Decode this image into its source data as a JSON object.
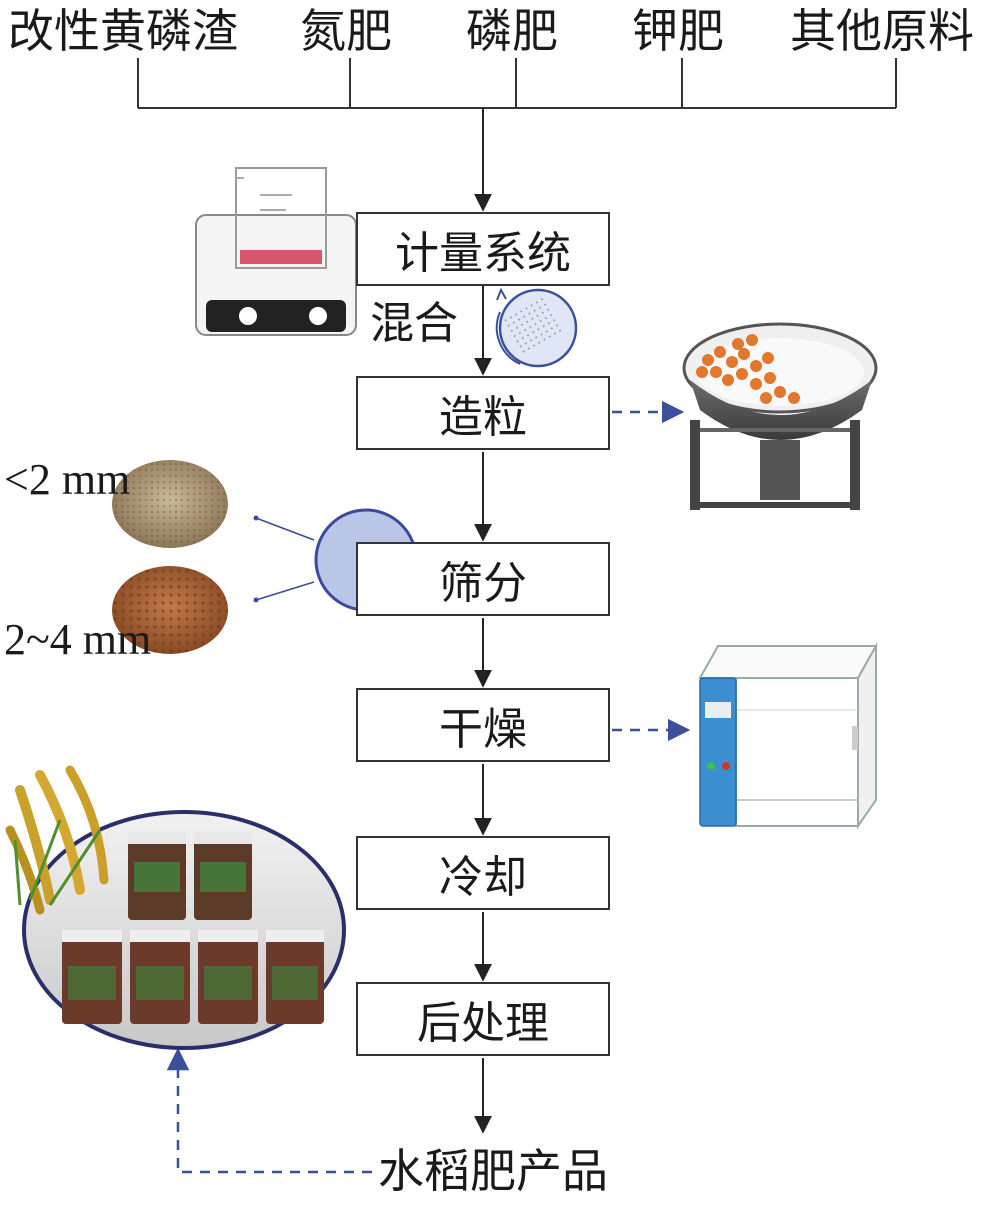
{
  "inputs": {
    "modified_slag": "改性黄磷渣",
    "nitrogen": "氮肥",
    "phosphate": "磷肥",
    "potash": "钾肥",
    "other": "其他原料"
  },
  "steps": {
    "metering": "计量系统",
    "mixing": "混合",
    "granulation": "造粒",
    "screening": "筛分",
    "drying": "干燥",
    "cooling": "冷却",
    "post_treatment": "后处理"
  },
  "product": "水稻肥产品",
  "sizes": {
    "fine": "<2 mm",
    "coarse": "2~4 mm"
  },
  "colors": {
    "line": "#333333",
    "dashed": "#3b4f9a",
    "sieve": "#3d4a9c",
    "sieve_fill": "#b9c6e8",
    "granules": "#e2772e",
    "oven_panel": "#3b8fd1"
  },
  "icons": [
    "balance-icon",
    "mixer-icon",
    "granulator-pan-icon",
    "sieve-icon",
    "oven-icon",
    "product-photo-icon"
  ]
}
